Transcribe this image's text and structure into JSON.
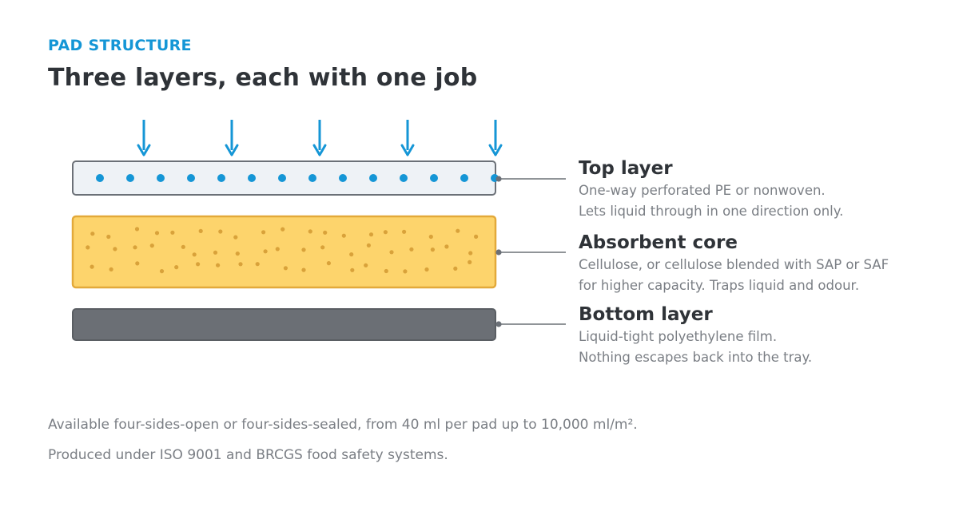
{
  "header": {
    "eyebrow": "PAD STRUCTURE",
    "title": "Three layers, each with one job"
  },
  "colors": {
    "accent": "#1596d6",
    "top_layer_fill": "#eef2f6",
    "top_layer_stroke": "#6b7077",
    "core_fill": "#fdd46c",
    "core_stroke": "#e3a93a",
    "core_speck": "#d9a23a",
    "bottom_fill": "#6b6f75",
    "bottom_stroke": "#5a5e63",
    "leader": "#6b7077"
  },
  "diagram": {
    "flow_arrows": 5,
    "perforations": 14,
    "layers": [
      {
        "key": "top",
        "name": "Top layer",
        "desc_lines": [
          "One-way perforated PE or nonwoven.",
          "Lets liquid through in one direction only."
        ]
      },
      {
        "key": "core",
        "name": "Absorbent core",
        "desc_lines": [
          "Cellulose, or cellulose blended with SAP or SAF",
          "for higher capacity. Traps liquid and odour."
        ]
      },
      {
        "key": "bottom",
        "name": "Bottom layer",
        "desc_lines": [
          "Liquid-tight polyethylene film.",
          "Nothing escapes back into the tray."
        ]
      }
    ]
  },
  "footer": {
    "line1": "Available four-sides-open or four-sides-sealed, from 40 ml per pad up to 10,000 ml/m².",
    "line2": "Produced under ISO 9001 and BRCGS food safety systems."
  }
}
